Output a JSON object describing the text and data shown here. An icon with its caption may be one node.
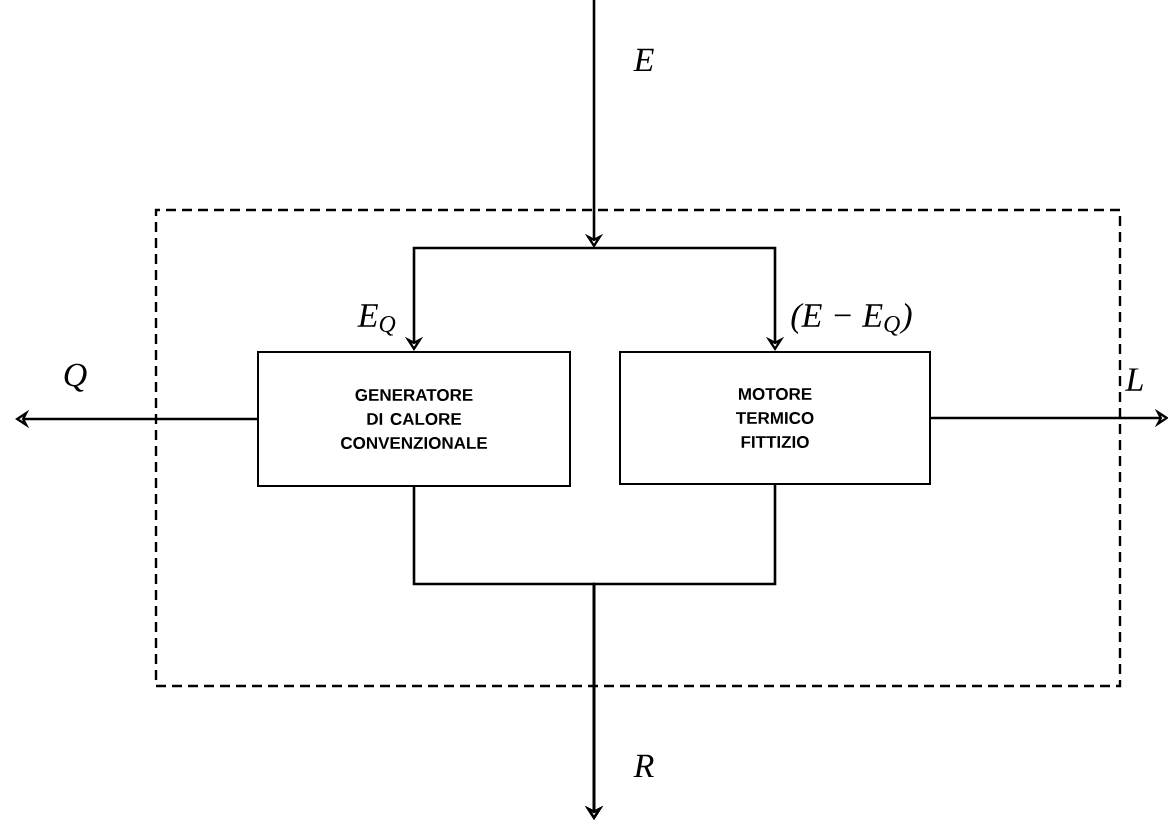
{
  "diagram": {
    "nodes": [
      {
        "text": [],
        "shape": "box"
      },
      {
        "text": [
          "GENERATORE DI CALORE CONVENZIONALE"
        ],
        "in": 0
      },
      {
        "text": [
          "MOTORE TERMICO FITTIZIO"
        ],
        "in": 0
      }
    ],
    "edges": [
      {
        "from": null,
        "to": 1,
        "arrow": "to",
        "label": "E$_{Q}$"
      },
      {
        "from": null,
        "to": 2,
        "arrow": "to",
        "label": "(E − E$_{Q}$)"
      },
      {
        "from": 1,
        "to": null,
        "arrow": "to",
        "label": "Q"
      },
      {
        "from": 2,
        "to": null,
        "arrow": "to",
        "label": "L"
      },
      {
        "from": 1,
        "to": null,
        "arrow": "to"
      },
      {
        "from": 2,
        "to": null,
        "arrow": "to"
      }
    ],
    "labels": [
      "E",
      "R"
    ]
  }
}
